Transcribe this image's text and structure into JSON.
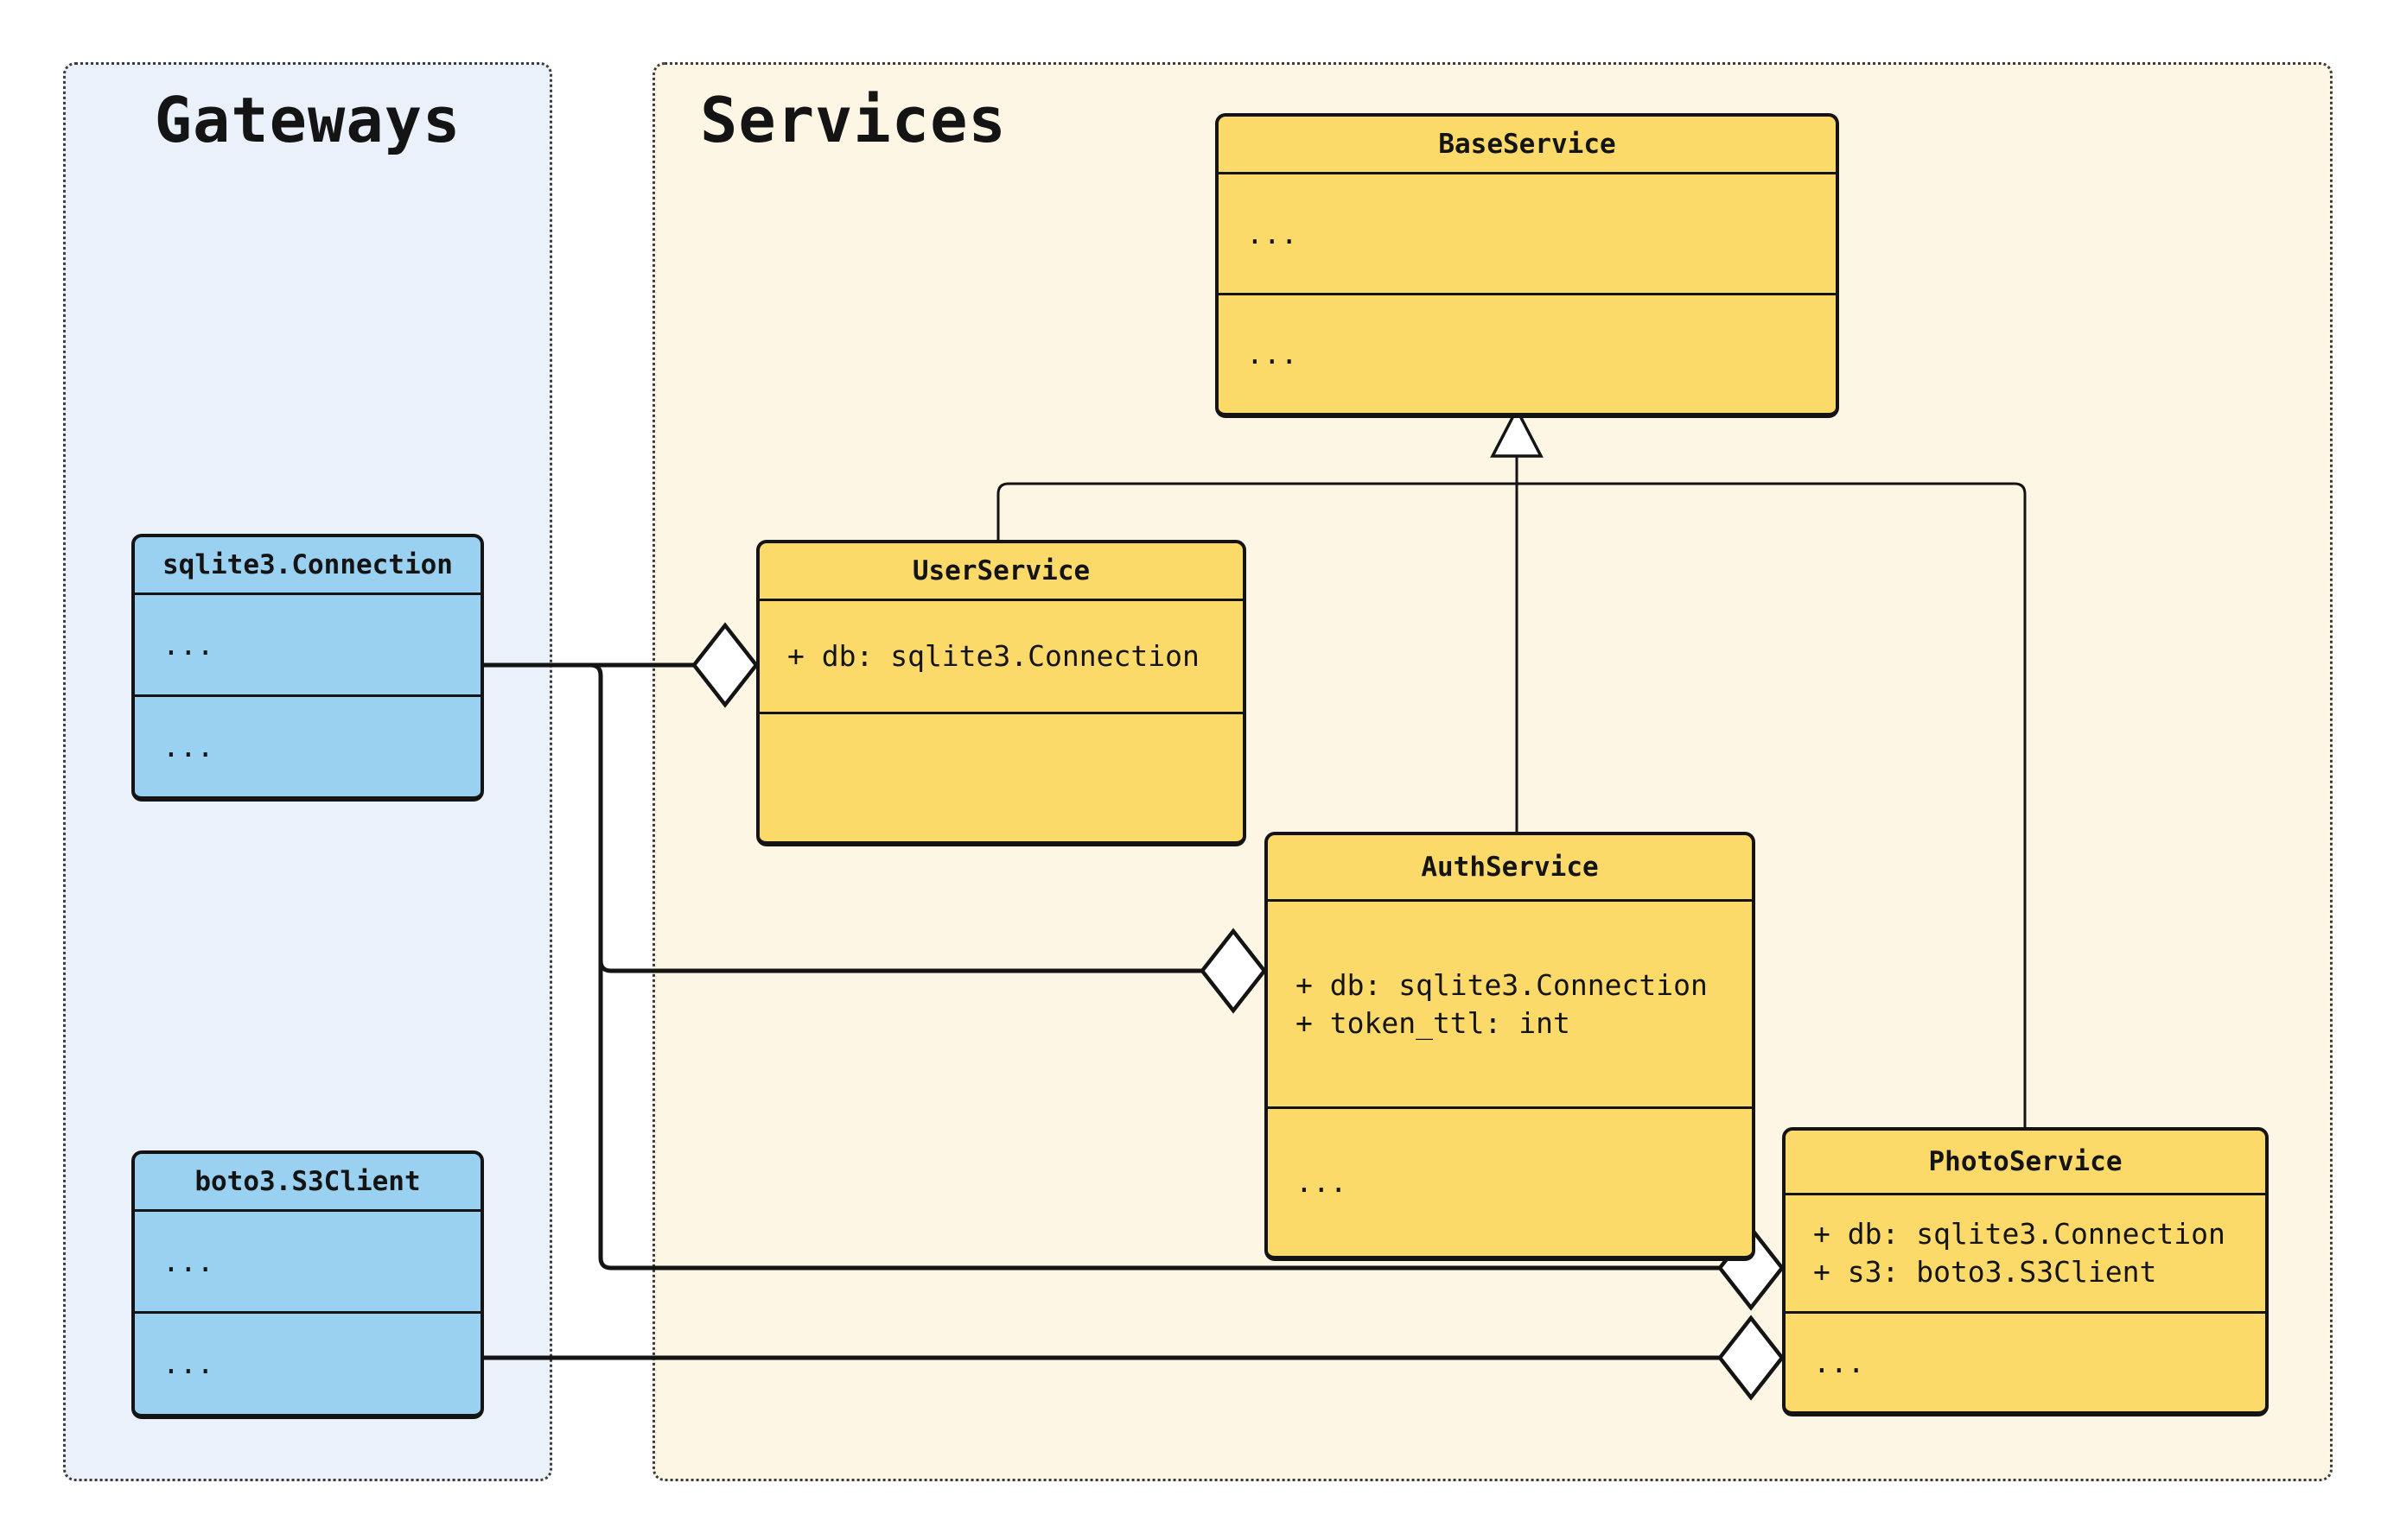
{
  "diagram": {
    "kind": "uml-class-diagram"
  },
  "groups": {
    "gateways": {
      "title": "Gateways"
    },
    "services": {
      "title": "Services"
    }
  },
  "classes": {
    "sqlite_connection": {
      "name": "sqlite3.Connection",
      "attributes": [
        "..."
      ],
      "methods": [
        "..."
      ]
    },
    "boto3_s3client": {
      "name": "boto3.S3Client",
      "attributes": [
        "..."
      ],
      "methods": [
        "..."
      ]
    },
    "base_service": {
      "name": "BaseService",
      "attributes": [
        "..."
      ],
      "methods": [
        "..."
      ]
    },
    "user_service": {
      "name": "UserService",
      "attributes": [
        "+ db: sqlite3.Connection"
      ],
      "methods": []
    },
    "auth_service": {
      "name": "AuthService",
      "attributes": [
        "+ db: sqlite3.Connection",
        "+ token_ttl: int"
      ],
      "methods": [
        "..."
      ]
    },
    "photo_service": {
      "name": "PhotoService",
      "attributes": [
        "+ db: sqlite3.Connection",
        "+ s3: boto3.S3Client"
      ],
      "methods": [
        "..."
      ]
    }
  },
  "relationships": [
    {
      "type": "inheritance",
      "from": "UserService",
      "to": "BaseService"
    },
    {
      "type": "inheritance",
      "from": "AuthService",
      "to": "BaseService"
    },
    {
      "type": "inheritance",
      "from": "PhotoService",
      "to": "BaseService"
    },
    {
      "type": "aggregation",
      "from": "sqlite3.Connection",
      "to": "UserService"
    },
    {
      "type": "aggregation",
      "from": "sqlite3.Connection",
      "to": "AuthService"
    },
    {
      "type": "aggregation",
      "from": "sqlite3.Connection",
      "to": "PhotoService"
    },
    {
      "type": "aggregation",
      "from": "boto3.S3Client",
      "to": "PhotoService"
    }
  ],
  "colors": {
    "page_bg": "#ffffff",
    "gateways_bg": "#eaf1fa",
    "services_bg": "#fdf6e4",
    "gateway_class_fill": "#9ad0f0",
    "service_class_fill": "#fcda6a",
    "stroke": "#141414",
    "panel_border": "#3c3c3c"
  }
}
